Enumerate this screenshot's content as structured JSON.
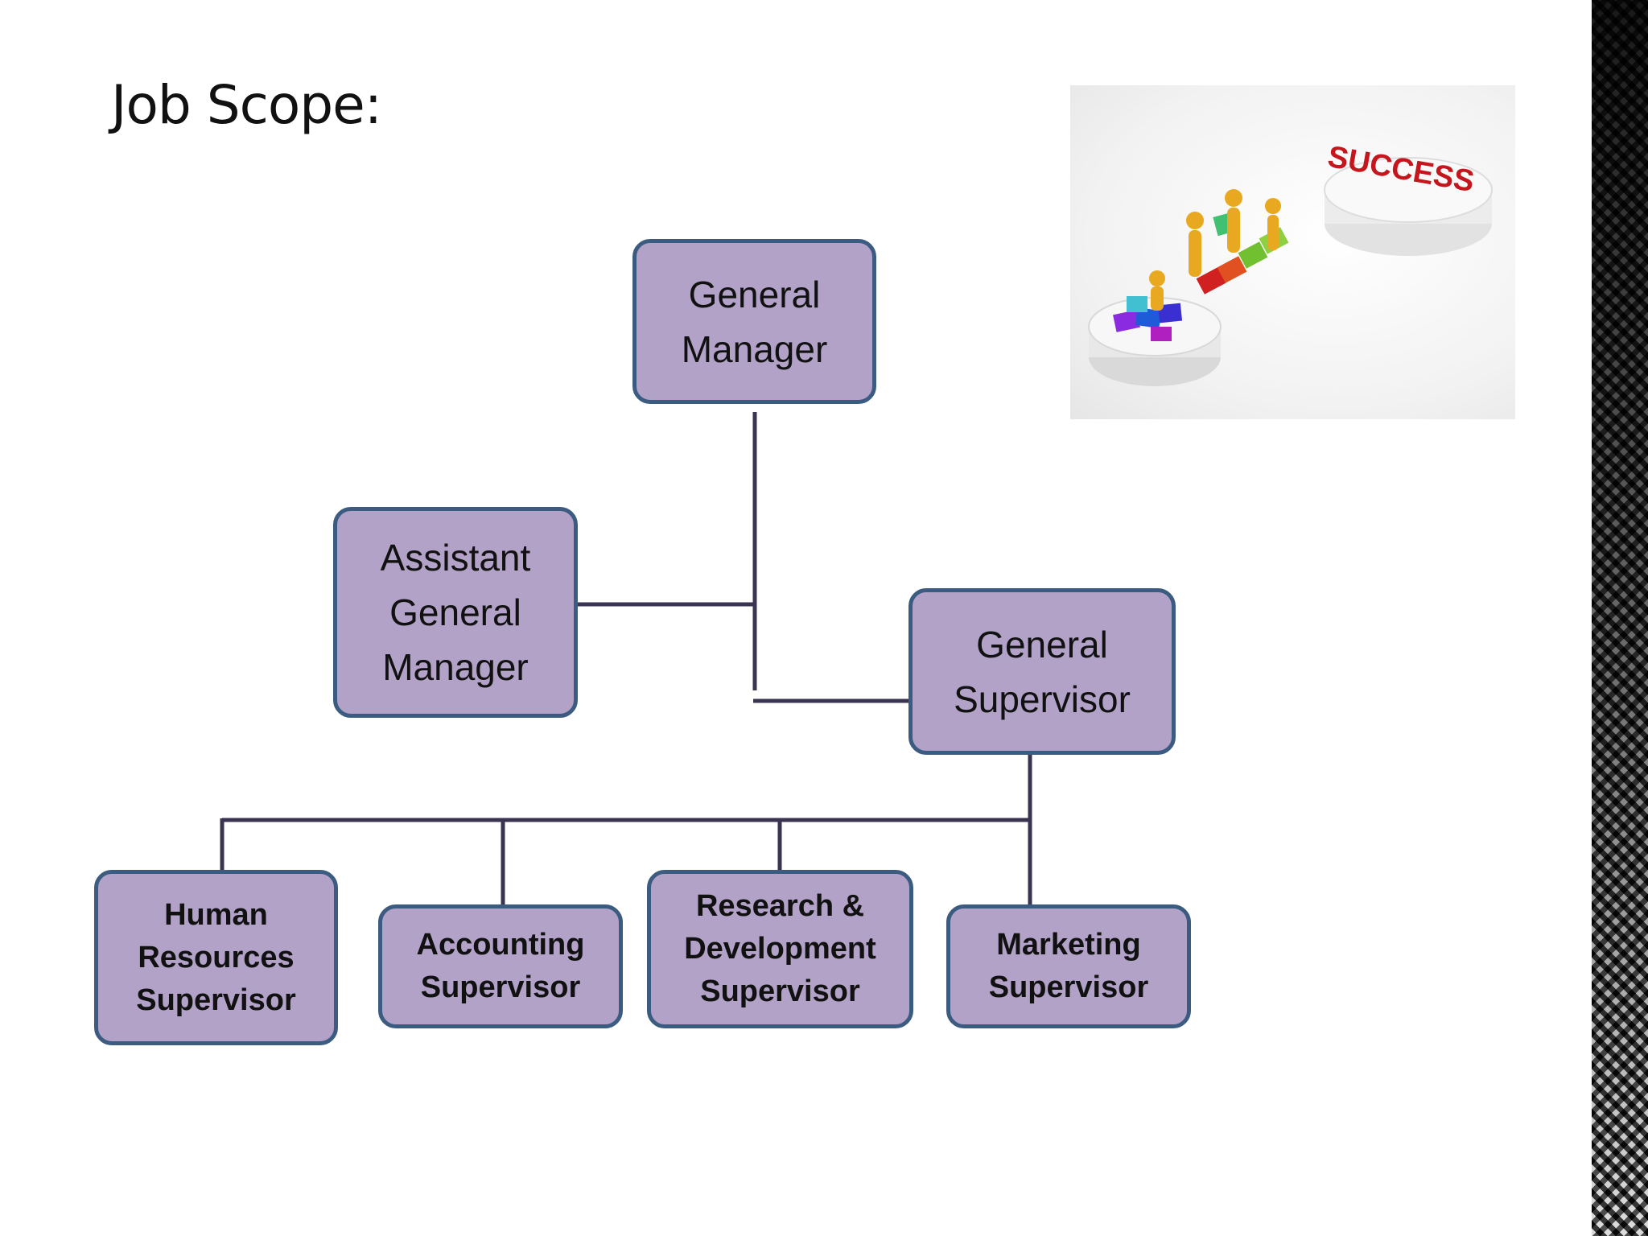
{
  "slide": {
    "title": "Job Scope:"
  },
  "image": {
    "caption_text": "SUCCESS"
  },
  "org_chart": {
    "general_manager": "General\nManager",
    "assistant_general_manager": "Assistant\nGeneral\nManager",
    "general_supervisor": "General\nSupervisor",
    "supervisors": [
      "Human\nResources\nSupervisor",
      "Accounting\nSupervisor",
      "Research &\nDevelopment\nSupervisor",
      "Marketing\nSupervisor"
    ]
  },
  "colors": {
    "node_fill": "#b2a2c8",
    "node_border": "#3c5b80",
    "connector": "#3a3450",
    "success_text": "#c4161c"
  }
}
